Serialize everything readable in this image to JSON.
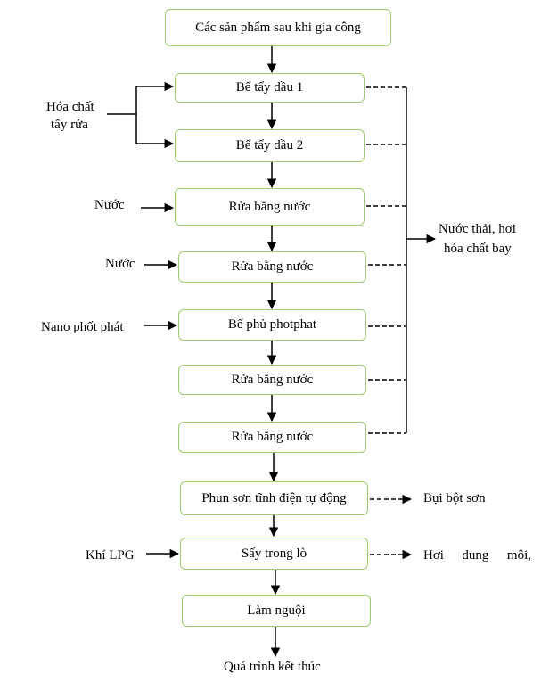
{
  "steps": {
    "start": "Các sản phẩm sau khi gia công",
    "degrease1": "Bể tẩy dầu 1",
    "degrease2": "Bể tẩy dầu 2",
    "rinse1": "Rửa bằng nước",
    "rinse2": "Rửa bằng nước",
    "phosphate": "Bể phủ photphat",
    "rinse3": "Rửa bằng nước",
    "rinse4": "Rửa bằng nước",
    "spray": "Phun sơn tĩnh điện tự động",
    "dry": "Sấy trong lò",
    "cool": "Làm nguội"
  },
  "inputs": {
    "chemicals_line1": "Hóa chất",
    "chemicals_line2": "tẩy rửa",
    "water1": "Nước",
    "water2": "Nước",
    "nano": "Nano phốt phát",
    "lpg": "Khí LPG"
  },
  "outputs": {
    "wastewater_line1": "Nước thải, hơi",
    "wastewater_line2": "hóa chất bay",
    "paint_dust": "Bụi bột sơn",
    "solvent": "Hơi dung môi,"
  },
  "end": "Quá trình kết thúc"
}
